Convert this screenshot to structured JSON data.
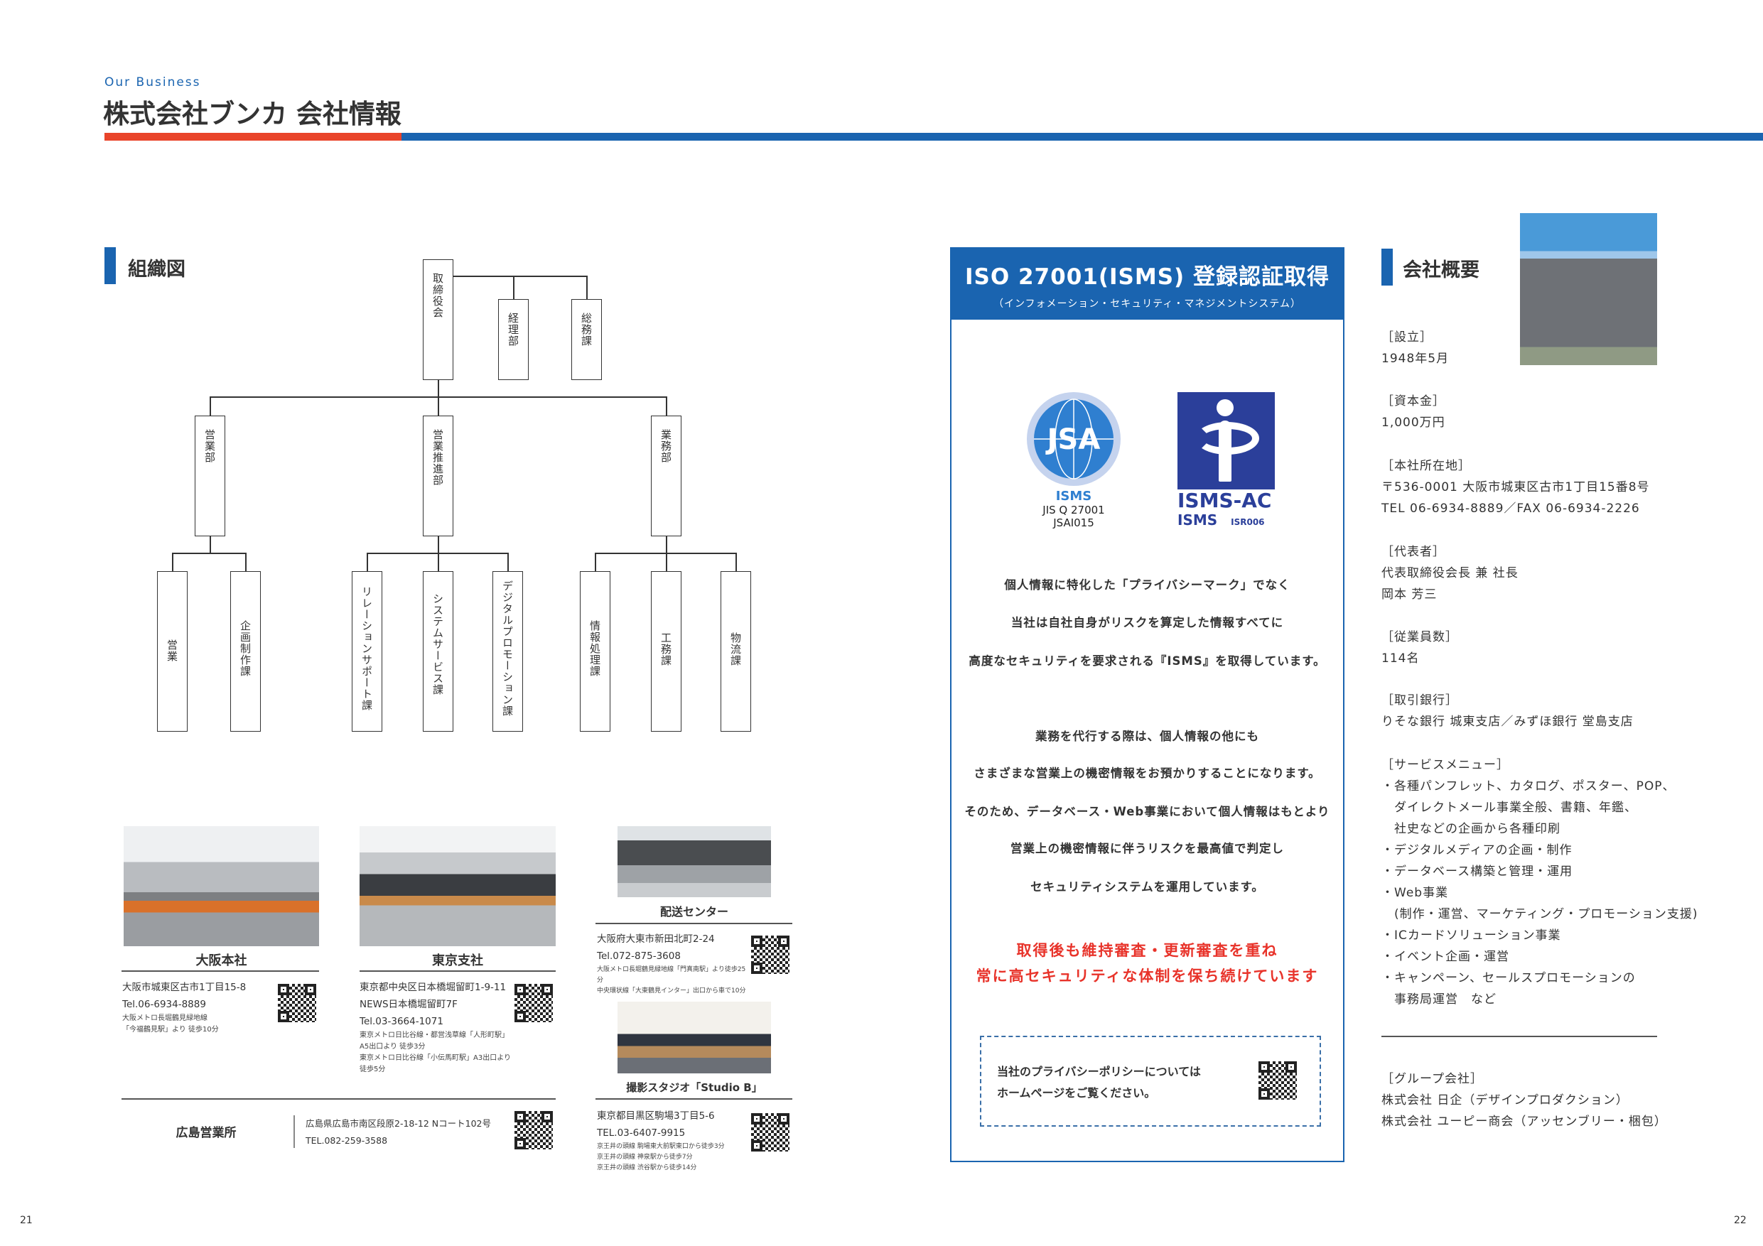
{
  "header": {
    "eyebrow": "Our Business",
    "title": "株式会社ブンカ 会社情報",
    "colors": {
      "red": "#e9442a",
      "blue": "#1a64b0"
    }
  },
  "org": {
    "heading": "組織図",
    "top": [
      "取締役会",
      "経理部",
      "総務課"
    ],
    "departments": [
      "営業部",
      "営業推進部",
      "業務部"
    ],
    "sections": [
      "営業",
      "企画制作課",
      "リレーションサポート課",
      "システムサービス課",
      "デジタルプロモーション課",
      "情報処理課",
      "工務課",
      "物流課"
    ]
  },
  "offices": {
    "osaka": {
      "name": "大阪本社",
      "address": "大阪市城東区古市1丁目15-8",
      "tel": "Tel.06-6934-8889",
      "access": [
        "大阪メトロ長堀鶴見緑地線",
        "「今福鶴見駅」より 徒歩10分"
      ]
    },
    "tokyo": {
      "name": "東京支社",
      "address": "東京都中央区日本橋堀留町1-9-11",
      "building": "NEWS日本橋堀留町7F",
      "tel": "Tel.03-3664-1071",
      "access": [
        "東京メトロ日比谷線・都営浅草線「人形町駅」",
        "A5出口より 徒歩3分",
        "東京メトロ日比谷線「小伝馬町駅」A3出口より 徒歩5分"
      ]
    },
    "delivery": {
      "name": "配送センター",
      "address": "大阪府大東市新田北町2-24",
      "tel": "Tel.072-875-3608",
      "access": [
        "大阪メトロ長堀鶴見緑地線「門真南駅」より徒歩25分",
        "中央環状線「大東鶴見インター」出口から車で10分"
      ]
    },
    "studio": {
      "name": "撮影スタジオ「Studio B」",
      "address": "東京都目黒区駒場3丁目5-6",
      "tel": "TEL.03-6407-9915",
      "access": [
        "京王井の頭線 駒場東大前駅東口から徒歩3分",
        "京王井の頭線 神泉駅から徒歩7分",
        "京王井の頭線 渋谷駅から徒歩14分"
      ]
    },
    "hiroshima": {
      "name": "広島営業所",
      "address": "広島県広島市南区段原2-18-12 Nコート102号",
      "tel": "TEL.082-259-3588"
    }
  },
  "iso": {
    "title": "ISO 27001(ISMS) 登録認証取得",
    "subtitle": "（インフォメーション・セキュリティ・マネジメントシステム）",
    "logo_jsa": {
      "mark": "JSA",
      "lines": [
        "ISMS",
        "JIS Q 27001",
        "JSAI015"
      ]
    },
    "logo_ac": {
      "lines": [
        "ISMS-AC",
        "ISMS",
        "ISR006"
      ]
    },
    "para1": [
      "個人情報に特化した「プライバシーマーク」でなく",
      "当社は自社自身がリスクを算定した情報すべてに",
      "高度なセキュリティを要求される『ISMS』を取得しています。"
    ],
    "para2": [
      "業務を代行する際は、個人情報の他にも",
      "さまざまな営業上の機密情報をお預かりすることになります。",
      "そのため、データベース・Web事業において個人情報はもとより",
      "営業上の機密情報に伴うリスクを最高値で判定し",
      "セキュリティシステムを運用しています。"
    ],
    "highlight": [
      "取得後も維持審査・更新審査を重ね",
      "常に高セキュリティな体制を保ち続けています"
    ],
    "privacy": [
      "当社のプライバシーポリシーについては",
      "ホームページをご覧ください。"
    ],
    "accent_red": "#e8332a"
  },
  "profile": {
    "heading": "会社概要",
    "established": {
      "label": "［設立］",
      "value": "1948年5月"
    },
    "capital": {
      "label": "［資本金］",
      "value": "1,000万円"
    },
    "hq": {
      "label": "［本社所在地］",
      "lines": [
        "〒536-0001 大阪市城東区古市1丁目15番8号",
        "TEL 06-6934-8889／FAX 06-6934-2226"
      ]
    },
    "representative": {
      "label": "［代表者］",
      "lines": [
        "代表取締役会長 兼 社長",
        "岡本 芳三"
      ]
    },
    "employees": {
      "label": "［従業員数］",
      "value": "114名"
    },
    "banks": {
      "label": "［取引銀行］",
      "value": "りそな銀行 城東支店／みずほ銀行 堂島支店"
    },
    "services": {
      "label": "［サービスメニュー］",
      "lines": [
        "・各種パンフレット、カタログ、ポスター、POP、",
        "　ダイレクトメール事業全般、書籍、年鑑、",
        "　社史などの企画から各種印刷",
        "・デジタルメディアの企画・制作",
        "・データベース構築と管理・運用",
        "・Web事業",
        "　(制作・運営、マーケティング・プロモーション支援)",
        "・ICカードソリューション事業",
        "・イベント企画・運営",
        "・キャンペーン、セールスプロモーションの",
        "　事務局運営　など"
      ]
    },
    "group": {
      "label": "［グループ会社］",
      "lines": [
        "株式会社 日企（デザインプロダクション）",
        "株式会社 ユーピー商会（アッセンブリー・梱包）"
      ]
    }
  },
  "pages": {
    "left": "21",
    "right": "22"
  }
}
